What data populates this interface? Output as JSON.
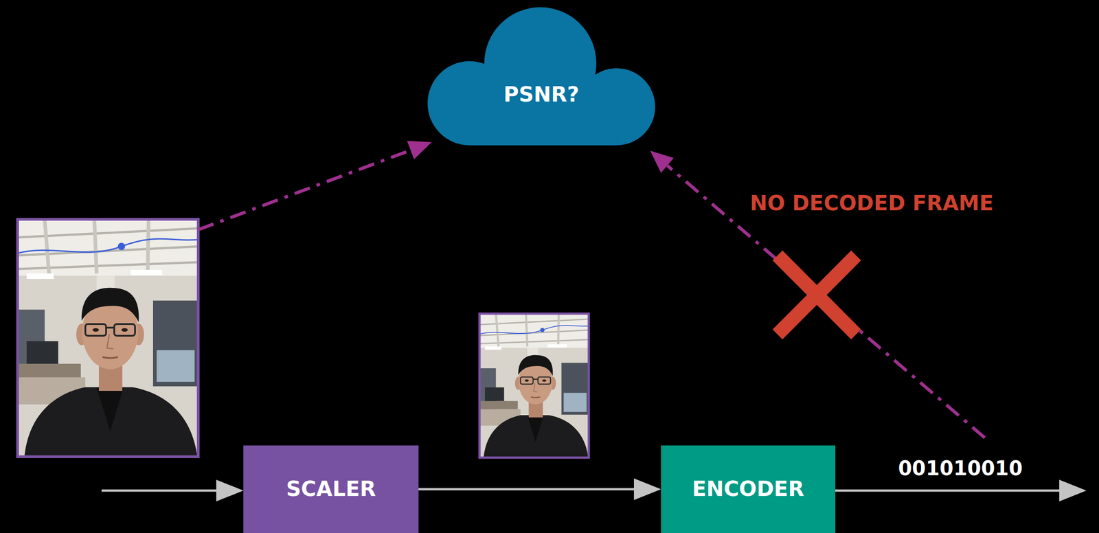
{
  "diagram": {
    "nodes": [
      {
        "text": [
          "PSNR?"
        ]
      },
      {
        "text": [
          "SCALER"
        ]
      },
      {
        "text": [
          "ENCODER"
        ]
      }
    ],
    "edges": [
      {
        "from": 1,
        "to": 2,
        "arrow": "to"
      }
    ],
    "labels": [
      "NO DECODED FRAME",
      "001010010"
    ]
  }
}
